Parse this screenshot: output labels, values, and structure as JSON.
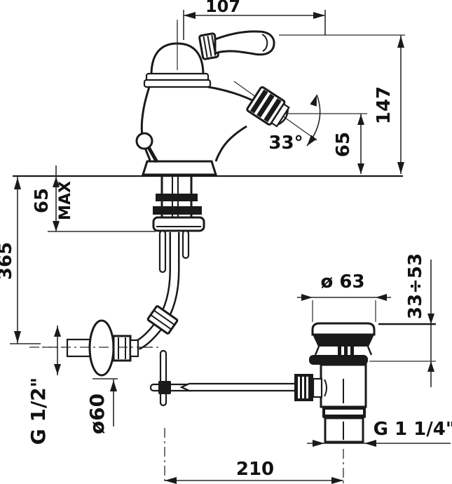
{
  "drawing": {
    "background": "#ffffff",
    "line_color": "#1a1a1a",
    "dims": {
      "spout_reach": "107",
      "total_height": "147",
      "spout_height": "65",
      "spout_angle": "33°",
      "deck_max_value": "65",
      "deck_max_suffix": "MAX",
      "below_deck_depth": "365",
      "supply_thread": "G 1/2\"",
      "escutcheon_dia": "ø60",
      "waste_cap_dia": "ø 63",
      "waste_height_range": "33÷53",
      "waste_thread": "G 1 1/4\"",
      "centre_distance": "210"
    }
  }
}
